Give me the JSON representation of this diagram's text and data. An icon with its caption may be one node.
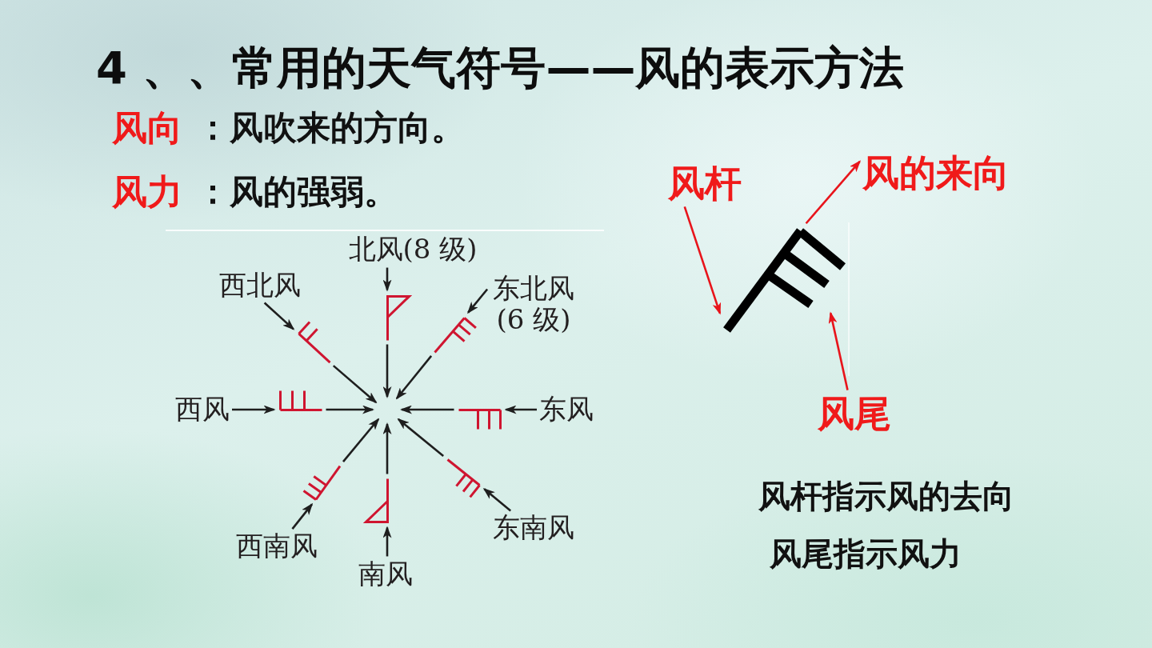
{
  "diagram": {
    "title": "4 、、常用的天气符号——风的表示方法",
    "nodes": [
      {
        "text": [
          "北风(8 级)"
        ]
      },
      {
        "text": [],
        "shape": "picture"
      },
      {
        "text": [
          "西北风"
        ]
      },
      {
        "text": [],
        "shape": "picture"
      },
      {
        "text": [
          "东北风(6 级)"
        ]
      },
      {
        "text": [],
        "shape": "picture"
      },
      {
        "text": [
          "西风"
        ]
      },
      {
        "text": [],
        "shape": "picture"
      },
      {
        "text": [],
        "shape": "picture"
      },
      {
        "text": [
          "东风"
        ]
      },
      {
        "text": [],
        "shape": "picture"
      },
      {
        "text": [
          "西南风"
        ]
      },
      {
        "text": [],
        "shape": "picture"
      },
      {
        "text": [
          "南风"
        ]
      },
      {
        "text": [],
        "shape": "picture"
      },
      {
        "text": [
          "东南风"
        ]
      },
      {
        "text": [
          "风杆"
        ]
      },
      {
        "text": [
          "风的来向"
        ]
      },
      {
        "text": [],
        "shape": "bar"
      },
      {
        "text": [],
        "shape": "picture"
      },
      {
        "text": [
          "风尾"
        ]
      }
    ],
    "edges": [
      {
        "from": 0,
        "to": 1,
        "arrow": "to"
      },
      {
        "from": 1,
        "to": null,
        "arrow": "to"
      },
      {
        "from": 2,
        "to": 3,
        "arrow": "to"
      },
      {
        "from": 3,
        "to": null,
        "arrow": "to"
      },
      {
        "from": 4,
        "to": 5,
        "arrow": "to"
      },
      {
        "from": 5,
        "to": null,
        "arrow": "to"
      },
      {
        "from": 6,
        "to": 7,
        "arrow": "to"
      },
      {
        "from": 7,
        "to": null,
        "arrow": "to"
      },
      {
        "from": 9,
        "to": 8,
        "arrow": "to"
      },
      {
        "from": 8,
        "to": null,
        "arrow": "to"
      },
      {
        "from": 11,
        "to": 10,
        "arrow": "to"
      },
      {
        "from": 10,
        "to": null,
        "arrow": "to"
      },
      {
        "from": 13,
        "to": 12,
        "arrow": "to"
      },
      {
        "from": 12,
        "to": null,
        "arrow": "to"
      },
      {
        "from": 15,
        "to": 14,
        "arrow": "to"
      },
      {
        "from": 14,
        "to": null,
        "arrow": "to"
      },
      {
        "from": 16,
        "to": 18,
        "arrow": "to",
        "color": "#e8141b"
      },
      {
        "from": 18,
        "to": 17,
        "arrow": "to",
        "color": "#e8141b"
      },
      {
        "from": 20,
        "to": 19,
        "arrow": "to",
        "color": "#e8141b"
      }
    ],
    "labels": [
      "风向",
      "：风吹来的方向。",
      "风力",
      "：风的强弱。",
      "风杆指示风的去向",
      "风尾指示风力"
    ]
  }
}
